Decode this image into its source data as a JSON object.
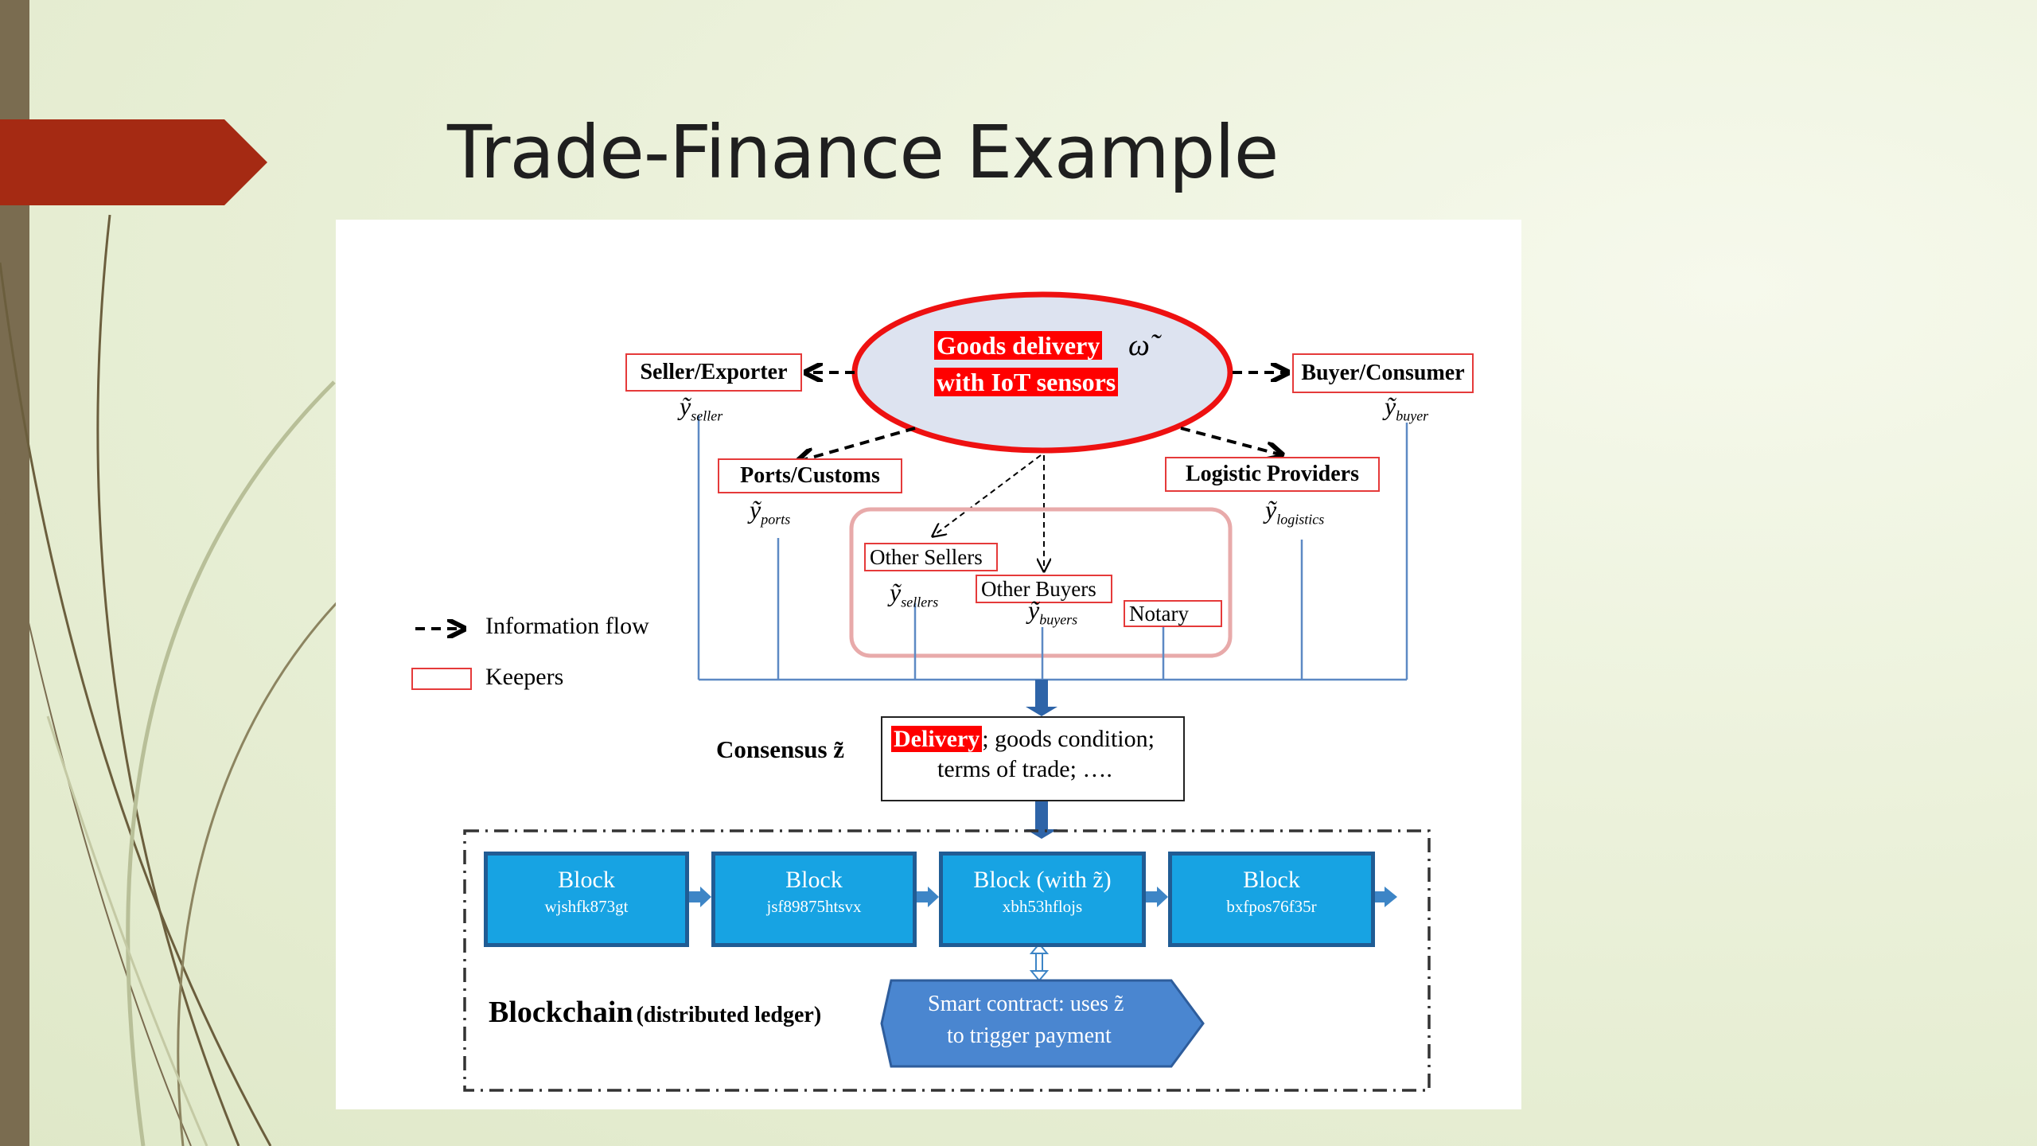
{
  "slide": {
    "title": "Trade-Finance Example",
    "accent": "#a52a13",
    "sidebar_color": "#7a6c50"
  },
  "diagram": {
    "center": {
      "line1": "Goods delivery",
      "line2": "with IoT sensors",
      "symbol": "ω̃"
    },
    "keepers": {
      "seller": "Seller/Exporter",
      "buyer": "Buyer/Consumer",
      "ports": "Ports/Customs",
      "logistics": "Logistic Providers",
      "other_sellers": "Other Sellers",
      "other_buyers": "Other Buyers",
      "notary": "Notary"
    },
    "symbols": {
      "seller": {
        "base": "ỹ",
        "sub": "seller"
      },
      "buyer": {
        "base": "ỹ",
        "sub": "buyer"
      },
      "ports": {
        "base": "ỹ",
        "sub": "ports"
      },
      "logistics": {
        "base": "ỹ",
        "sub": "logistics"
      },
      "sellers": {
        "base": "ỹ",
        "sub": "sellers"
      },
      "buyers": {
        "base": "ỹ",
        "sub": "buyers"
      }
    },
    "legend": {
      "info_flow": "Information flow",
      "keepers": "Keepers"
    },
    "consensus": {
      "label": "Consensus z̃",
      "highlight": "Delivery",
      "line1_rest": "; goods condition;",
      "line2": "terms of trade; …."
    },
    "blocks": [
      {
        "title": "Block",
        "hash": "wjshfk873gt"
      },
      {
        "title": "Block",
        "hash": "jsf89875htsvx"
      },
      {
        "title": "Block (with z̃)",
        "hash": "xbh53hflojs"
      },
      {
        "title": "Block",
        "hash": "bxfpos76f35r"
      }
    ],
    "blockchain": {
      "label": "Blockchain",
      "sublabel": "(distributed ledger)"
    },
    "smart_contract": {
      "line1": "Smart contract: uses z̃",
      "line2": "to trigger payment"
    }
  }
}
